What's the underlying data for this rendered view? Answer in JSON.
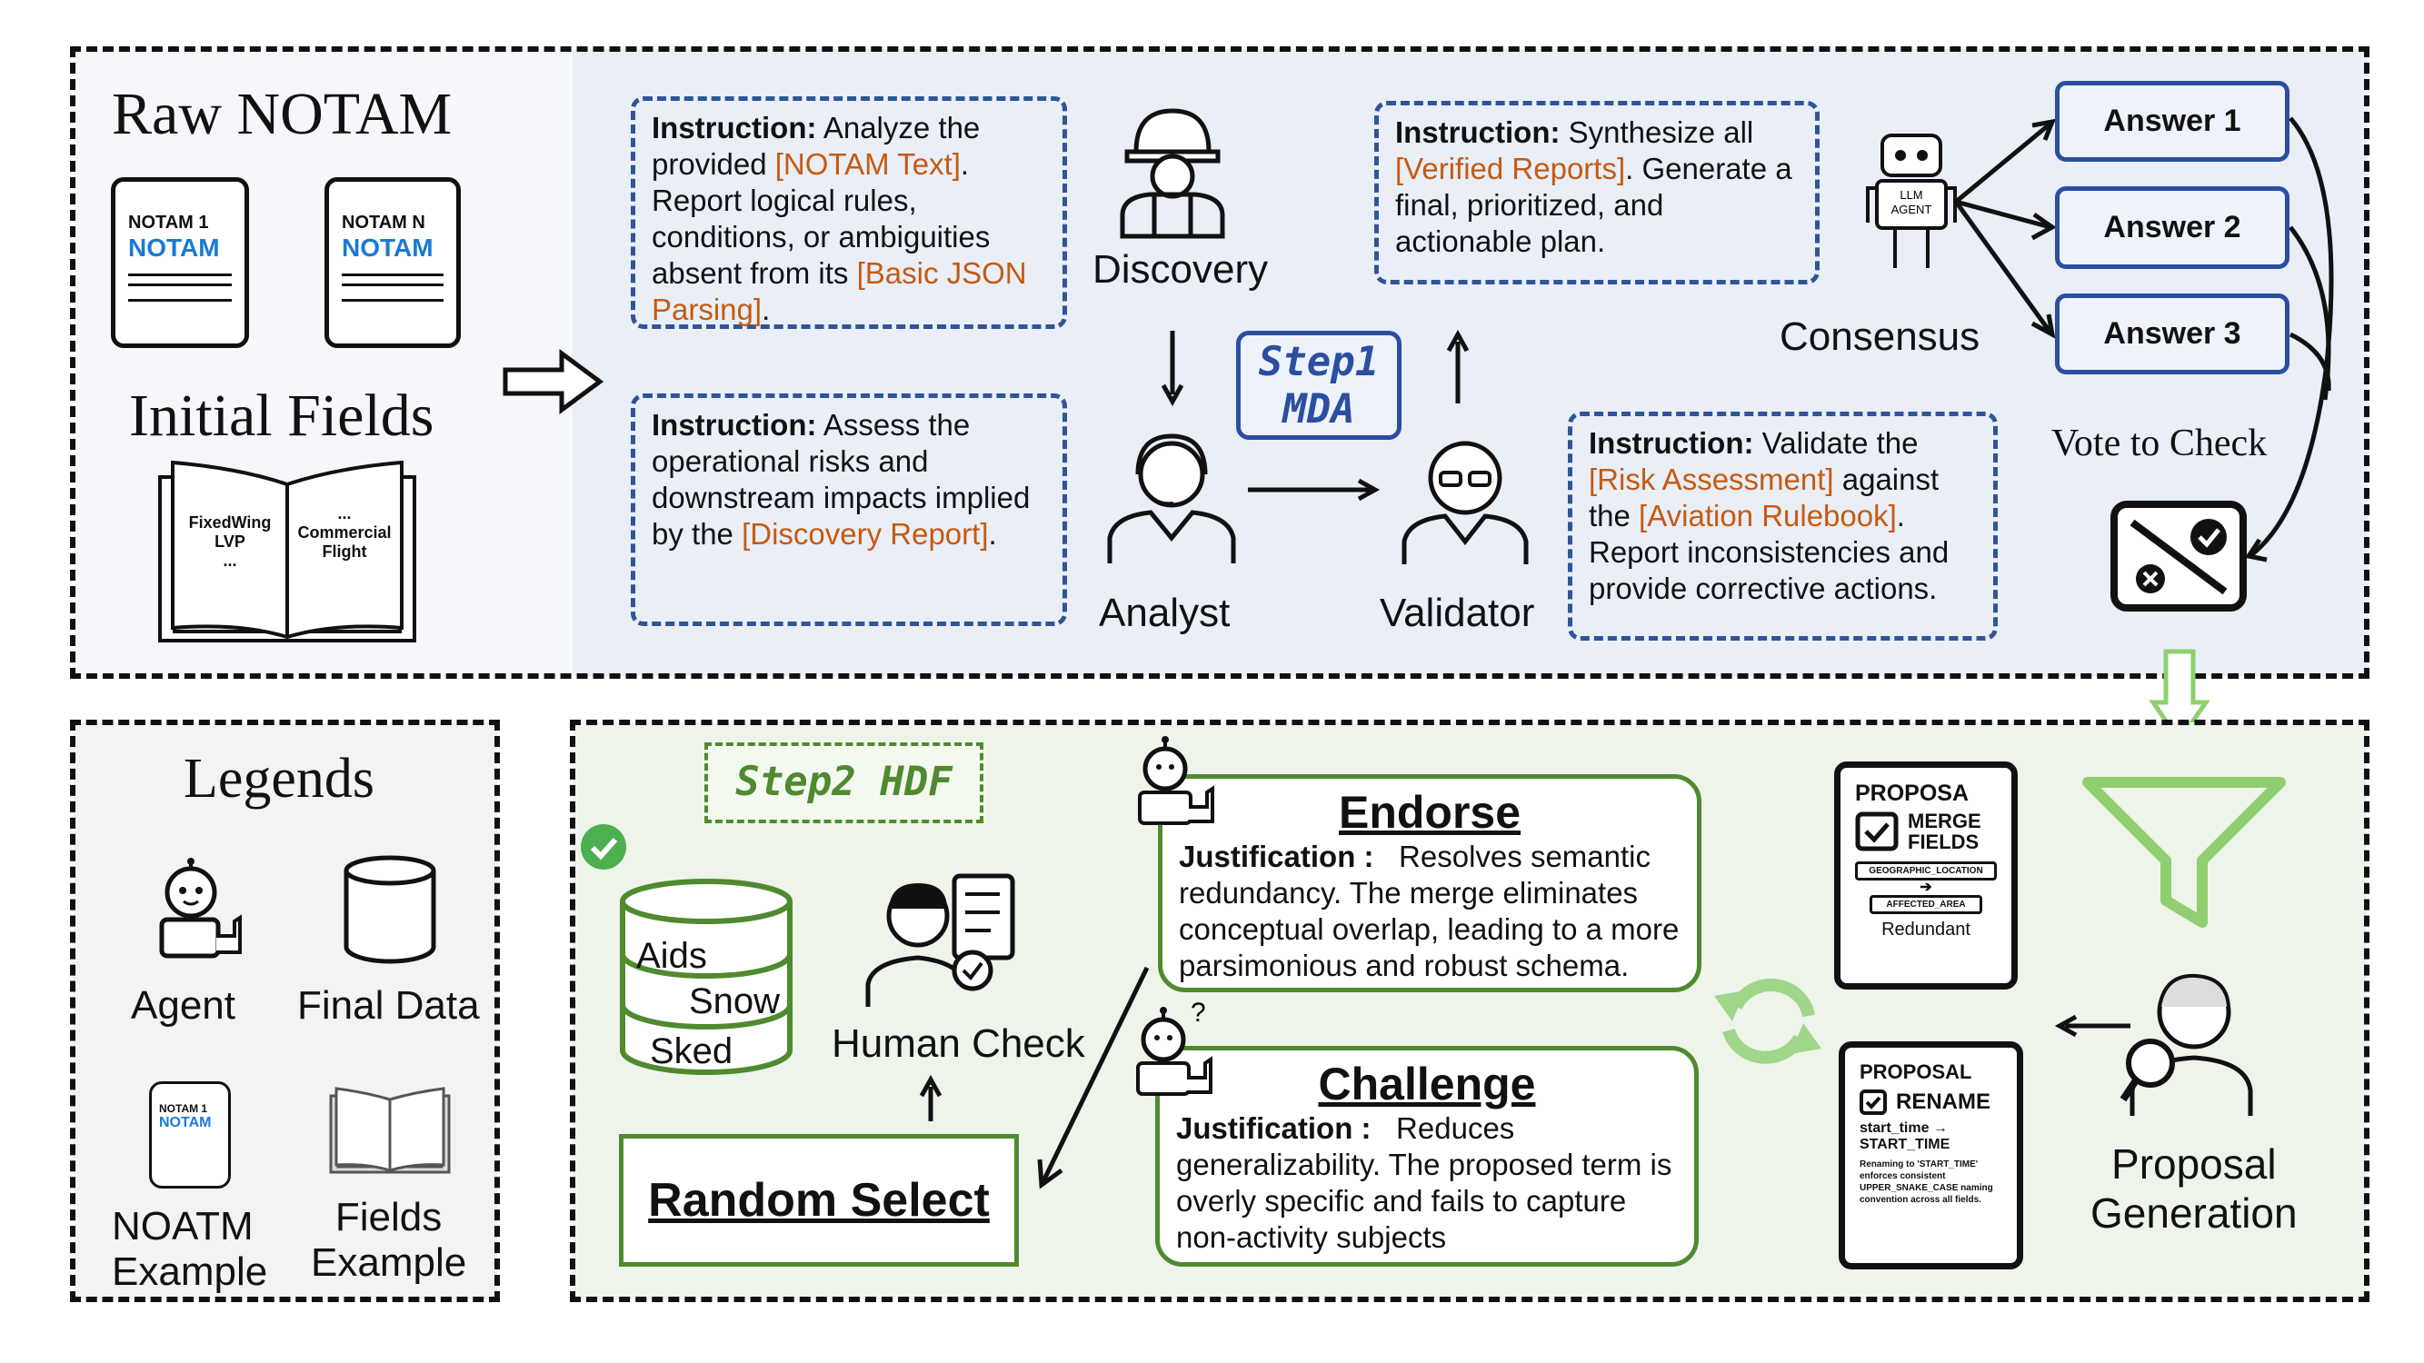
{
  "top": {
    "raw_notam_title": "Raw NOTAM",
    "notam_docs": [
      {
        "header": "NOTAM 1",
        "label": "NOTAM"
      },
      {
        "header": "NOTAM N",
        "label": "NOTAM"
      }
    ],
    "initial_fields_title": "Initial Fields",
    "book": {
      "left": "FixedWing",
      "left2": "LVP",
      "ellipsis": "...",
      "right": "Commercial",
      "right2": "Flight"
    },
    "step1_label": "Step1",
    "step1_sub": "MDA",
    "roles": {
      "discovery": "Discovery",
      "analyst": "Analyst",
      "validator": "Validator",
      "consensus": "Consensus"
    },
    "llm_agent_label": "LLM AGENT",
    "instructions": [
      {
        "label": "Instruction:",
        "t1": " Analyze the provided ",
        "h1": "[NOTAM Text]",
        "t2": ". Report logical rules, conditions, or ambiguities absent from its ",
        "h2": "[Basic JSON Parsing]",
        "t3": "."
      },
      {
        "label": "Instruction:",
        "t1": " Assess the operational risks and downstream impacts implied by the ",
        "h1": "[Discovery Report]",
        "t2": "."
      },
      {
        "label": "Instruction:",
        "t1": " Synthesize all ",
        "h1": "[Verified Reports]",
        "t2": ". Generate a final, prioritized, and actionable plan."
      },
      {
        "label": "Instruction:",
        "t1": " Validate the ",
        "h1": "[Risk Assessment]",
        "t2": " against the ",
        "h2": "[Aviation Rulebook]",
        "t3": ". Report inconsistencies and provide corrective actions."
      }
    ],
    "answers": [
      "Answer 1",
      "Answer 2",
      "Answer 3"
    ],
    "vote_label": "Vote to Check"
  },
  "legends": {
    "title": "Legends",
    "agent": "Agent",
    "final_data": "Final Data",
    "notam_example": [
      "NOATM",
      "Example"
    ],
    "fields_example": [
      "Fields",
      "Example"
    ]
  },
  "bottom": {
    "step2_label": "Step2 HDF",
    "db_labels": [
      "Aids",
      "Snow",
      "Sked"
    ],
    "human_check": "Human Check",
    "random_select": "Random Select",
    "endorse": {
      "title": "Endorse",
      "label": "Justification :",
      "text": "Resolves semantic redundancy. The merge eliminates conceptual overlap, leading to a more parsimonious and robust schema."
    },
    "challenge": {
      "title": "Challenge",
      "label": "Justification :",
      "text": "Reduces generalizability. The proposed term is overly specific and fails to capture non-activity subjects"
    },
    "proposal1": {
      "title": "PROPOSA",
      "action": [
        "MERGE",
        "FIELDS"
      ],
      "from": "GEOGRAPHIC_LOCATION",
      "to": "AFFECTED_AREA",
      "note": "Redundant"
    },
    "proposal2": {
      "title": "PROPOSAL",
      "action": "RENAME",
      "change": [
        "start_time →",
        "START_TIME"
      ],
      "note": "Renaming to 'START_TIME' enforces consistent UPPER_SNAKE_CASE naming convention across all fields."
    },
    "proposal_generation": [
      "Proposal",
      "Generation"
    ]
  },
  "colors": {
    "instruction_border": "#2f5597",
    "highlight": "#c55a11",
    "green": "#4f8a2f",
    "light_green": "#8fcf6f",
    "answer_border": "#2b4ea0",
    "notam_blue": "#1a7ad4"
  }
}
